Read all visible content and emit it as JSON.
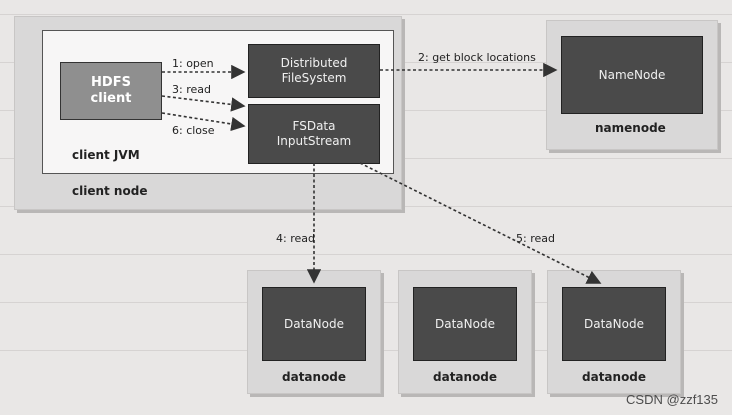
{
  "client": {
    "hdfs_client": "HDFS\nclient",
    "distributed_fs": "Distributed\nFileSystem",
    "fsdata_stream": "FSData\nInputStream",
    "jvm_label": "client JVM",
    "node_label": "client node"
  },
  "namenode": {
    "box_label": "NameNode",
    "node_label": "namenode"
  },
  "datanodes": [
    {
      "box_label": "DataNode",
      "node_label": "datanode"
    },
    {
      "box_label": "DataNode",
      "node_label": "datanode"
    },
    {
      "box_label": "DataNode",
      "node_label": "datanode"
    }
  ],
  "edges": {
    "open": "1: open",
    "get_block_locations": "2: get block locations",
    "read3": "3: read",
    "read4": "4: read",
    "read5": "5: read",
    "close": "6: close"
  },
  "watermark": "CSDN @zzf135"
}
